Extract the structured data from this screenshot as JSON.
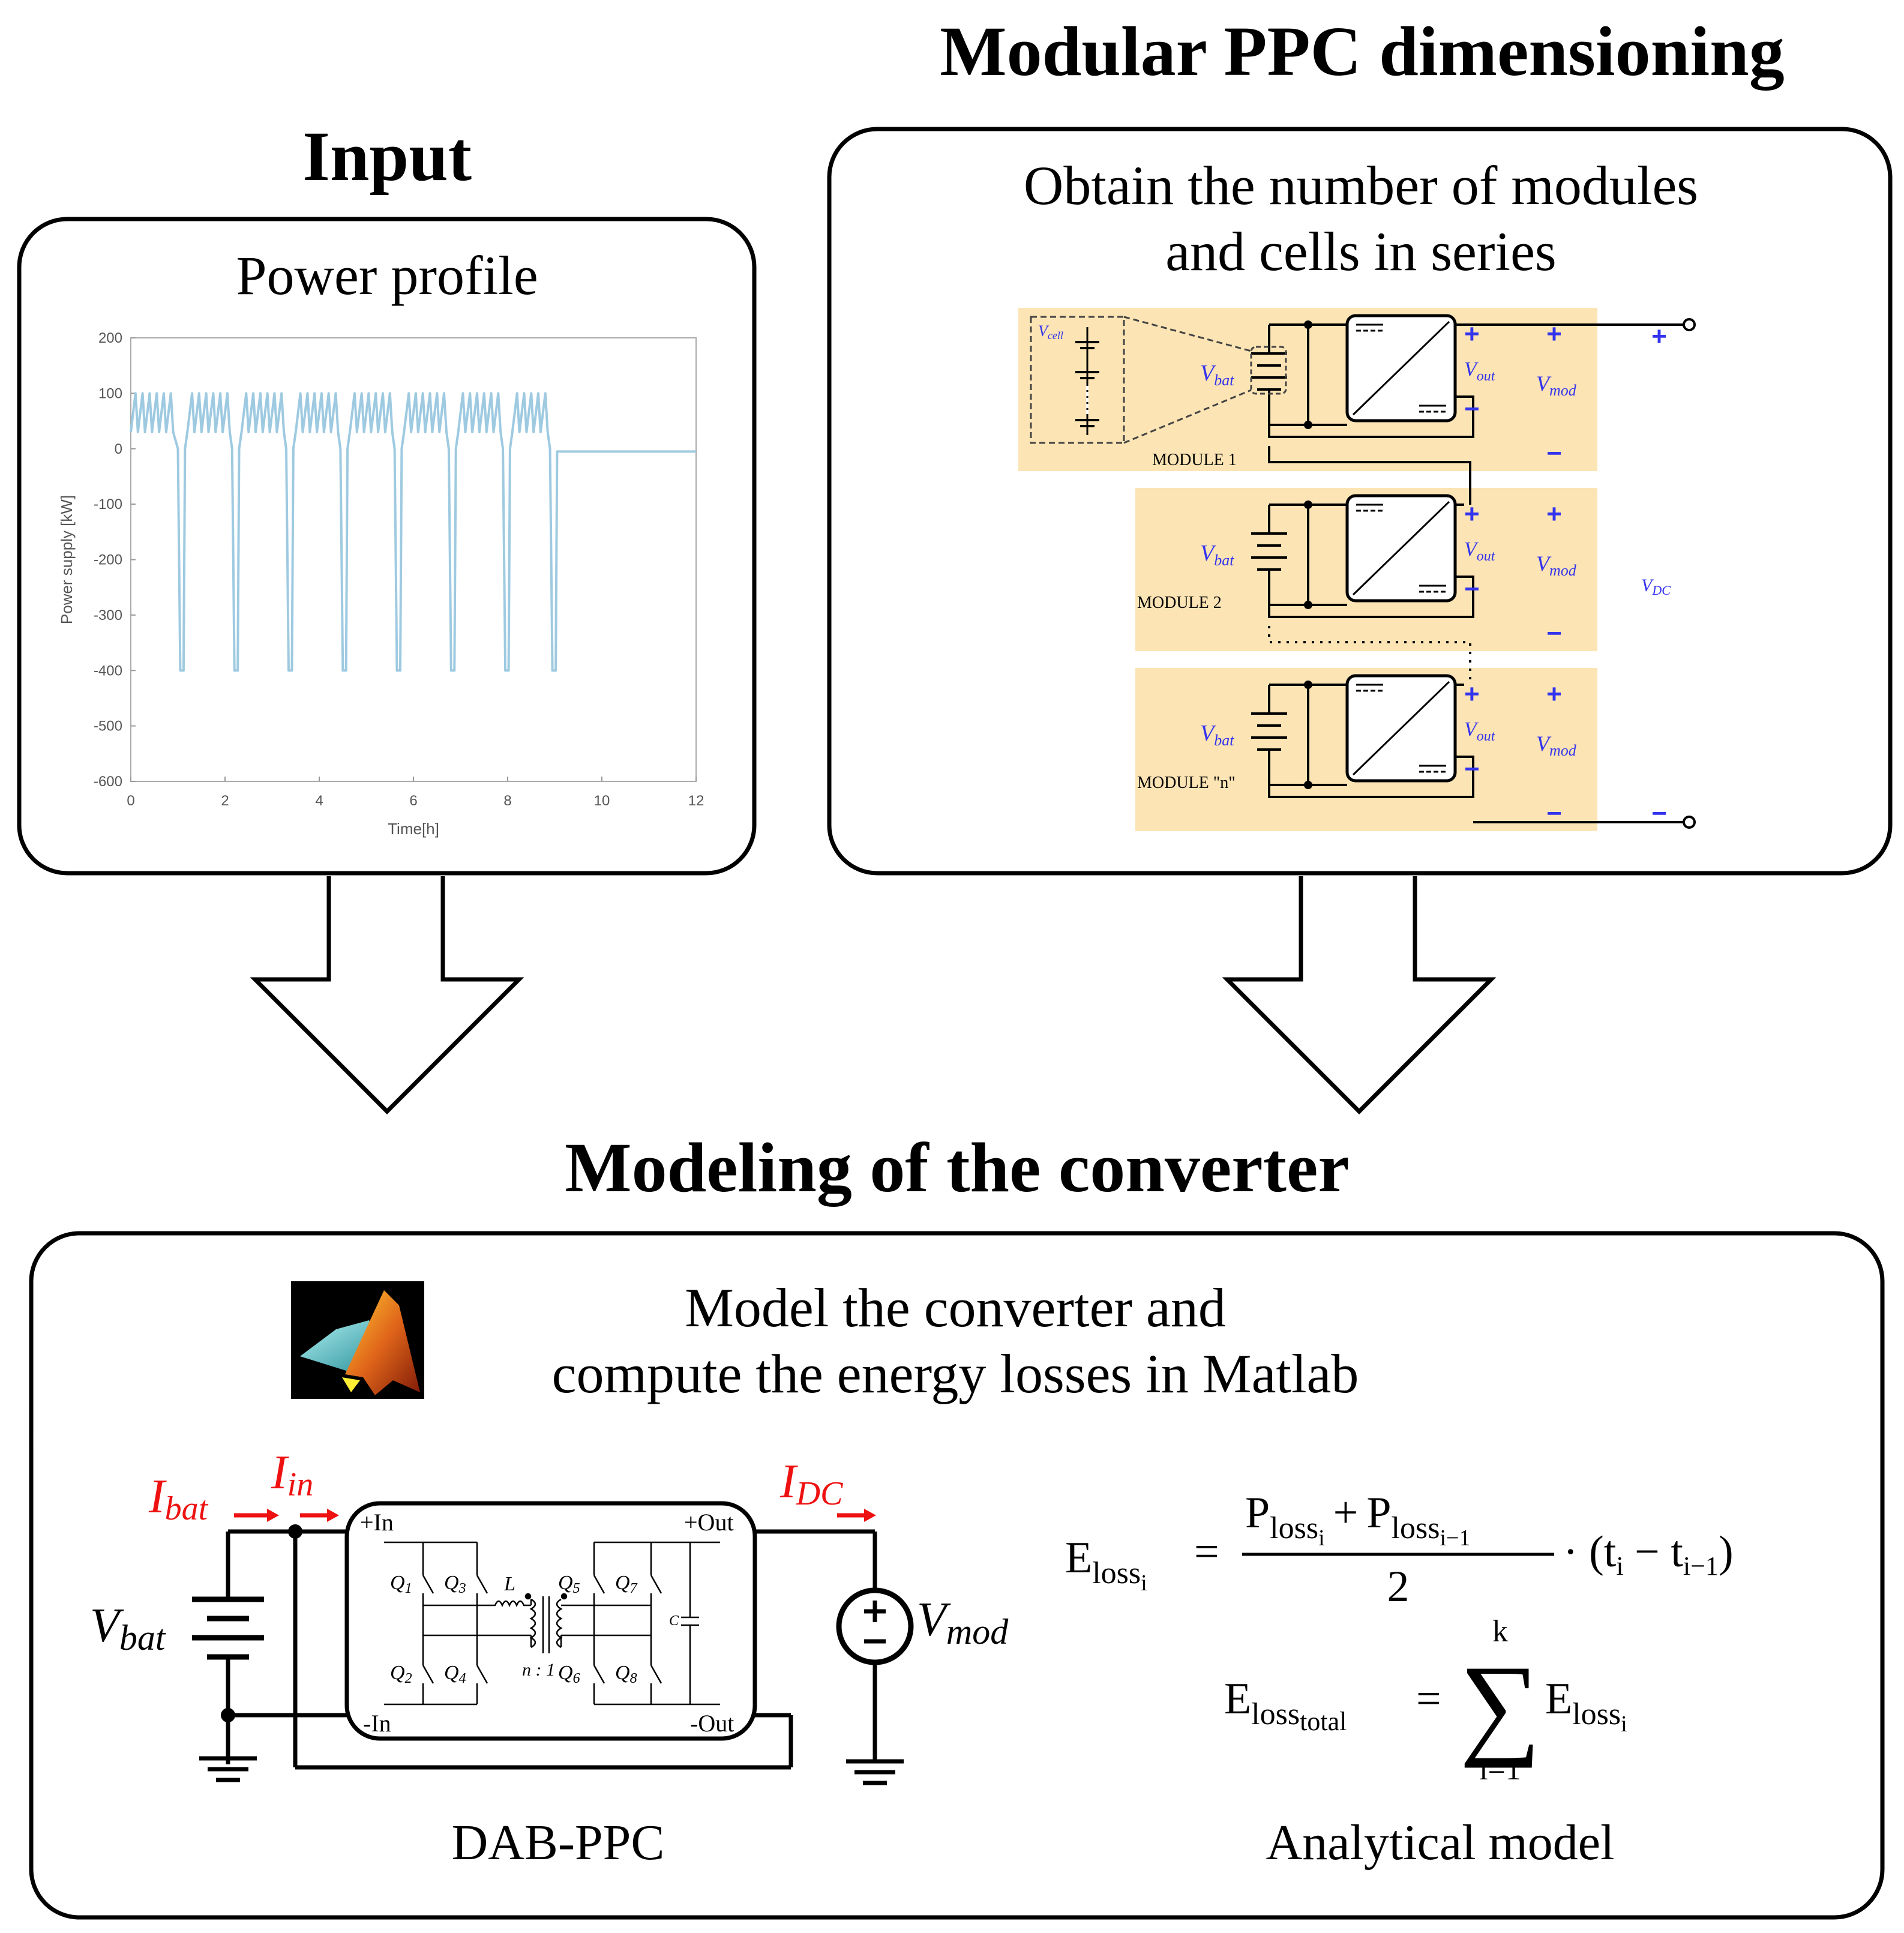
{
  "headings": {
    "input": "Input",
    "dimensioning": "Modular PPC dimensioning",
    "modeling": "Modeling of the converter"
  },
  "input_box": {
    "title": "Power profile"
  },
  "chart_data": {
    "type": "line",
    "title": "",
    "xlabel": "Time[h]",
    "ylabel": "Power supply [kW]",
    "xlim": [
      0,
      12
    ],
    "ylim": [
      -600,
      200
    ],
    "xticks": [
      0,
      2,
      4,
      6,
      8,
      10,
      12
    ],
    "yticks": [
      200,
      100,
      0,
      -100,
      -200,
      -300,
      -400,
      -500,
      -600
    ],
    "grid": false,
    "color": "#9ecae1",
    "series": [
      {
        "description_points": [
          [
            0.0,
            30
          ],
          [
            0.1,
            100
          ],
          [
            0.15,
            30
          ],
          [
            0.25,
            100
          ],
          [
            0.3,
            30
          ],
          [
            0.4,
            100
          ],
          [
            0.45,
            30
          ],
          [
            0.55,
            100
          ],
          [
            0.6,
            30
          ],
          [
            0.7,
            100
          ],
          [
            0.75,
            30
          ],
          [
            0.85,
            100
          ],
          [
            0.9,
            30
          ],
          [
            1.0,
            0
          ],
          [
            1.05,
            -400
          ],
          [
            1.12,
            -400
          ],
          [
            1.15,
            0
          ],
          [
            1.2,
            30
          ],
          [
            1.3,
            100
          ],
          [
            1.35,
            30
          ],
          [
            1.45,
            100
          ],
          [
            1.5,
            30
          ],
          [
            1.6,
            100
          ],
          [
            1.65,
            30
          ],
          [
            1.75,
            100
          ],
          [
            1.8,
            30
          ],
          [
            1.9,
            100
          ],
          [
            1.95,
            30
          ],
          [
            2.05,
            100
          ],
          [
            2.1,
            30
          ],
          [
            2.15,
            0
          ],
          [
            2.2,
            -400
          ],
          [
            2.27,
            -400
          ],
          [
            2.3,
            0
          ],
          [
            2.35,
            30
          ],
          [
            2.45,
            100
          ],
          [
            2.5,
            30
          ],
          [
            2.6,
            100
          ],
          [
            2.65,
            30
          ],
          [
            2.75,
            100
          ],
          [
            2.8,
            30
          ],
          [
            2.9,
            100
          ],
          [
            2.95,
            30
          ],
          [
            3.05,
            100
          ],
          [
            3.1,
            30
          ],
          [
            3.2,
            100
          ],
          [
            3.25,
            30
          ],
          [
            3.3,
            0
          ],
          [
            3.35,
            -400
          ],
          [
            3.42,
            -400
          ],
          [
            3.45,
            0
          ],
          [
            3.5,
            30
          ],
          [
            3.6,
            100
          ],
          [
            3.65,
            30
          ],
          [
            3.75,
            100
          ],
          [
            3.8,
            30
          ],
          [
            3.9,
            100
          ],
          [
            3.95,
            30
          ],
          [
            4.05,
            100
          ],
          [
            4.1,
            30
          ],
          [
            4.2,
            100
          ],
          [
            4.25,
            30
          ],
          [
            4.35,
            100
          ],
          [
            4.4,
            30
          ],
          [
            4.45,
            0
          ],
          [
            4.5,
            -400
          ],
          [
            4.57,
            -400
          ],
          [
            4.6,
            0
          ],
          [
            4.65,
            30
          ],
          [
            4.75,
            100
          ],
          [
            4.8,
            30
          ],
          [
            4.9,
            100
          ],
          [
            4.95,
            30
          ],
          [
            5.05,
            100
          ],
          [
            5.1,
            30
          ],
          [
            5.2,
            100
          ],
          [
            5.25,
            30
          ],
          [
            5.35,
            100
          ],
          [
            5.4,
            30
          ],
          [
            5.5,
            100
          ],
          [
            5.55,
            30
          ],
          [
            5.6,
            0
          ],
          [
            5.65,
            -400
          ],
          [
            5.72,
            -400
          ],
          [
            5.75,
            0
          ],
          [
            5.8,
            30
          ],
          [
            5.9,
            100
          ],
          [
            5.95,
            30
          ],
          [
            6.05,
            100
          ],
          [
            6.1,
            30
          ],
          [
            6.2,
            100
          ],
          [
            6.25,
            30
          ],
          [
            6.35,
            100
          ],
          [
            6.4,
            30
          ],
          [
            6.5,
            100
          ],
          [
            6.55,
            30
          ],
          [
            6.65,
            100
          ],
          [
            6.7,
            30
          ],
          [
            6.75,
            0
          ],
          [
            6.8,
            -400
          ],
          [
            6.87,
            -400
          ],
          [
            6.9,
            0
          ],
          [
            6.95,
            30
          ],
          [
            7.05,
            100
          ],
          [
            7.1,
            30
          ],
          [
            7.2,
            100
          ],
          [
            7.25,
            30
          ],
          [
            7.35,
            100
          ],
          [
            7.4,
            30
          ],
          [
            7.5,
            100
          ],
          [
            7.55,
            30
          ],
          [
            7.65,
            100
          ],
          [
            7.7,
            30
          ],
          [
            7.8,
            100
          ],
          [
            7.85,
            30
          ],
          [
            7.9,
            0
          ],
          [
            7.95,
            -400
          ],
          [
            8.02,
            -400
          ],
          [
            8.05,
            0
          ],
          [
            8.1,
            30
          ],
          [
            8.2,
            100
          ],
          [
            8.25,
            30
          ],
          [
            8.35,
            100
          ],
          [
            8.4,
            30
          ],
          [
            8.5,
            100
          ],
          [
            8.55,
            30
          ],
          [
            8.65,
            100
          ],
          [
            8.7,
            30
          ],
          [
            8.8,
            100
          ],
          [
            8.85,
            30
          ],
          [
            8.9,
            0
          ],
          [
            8.95,
            -400
          ],
          [
            9.02,
            -400
          ],
          [
            9.05,
            -5
          ],
          [
            12.0,
            -5
          ]
        ]
      }
    ]
  },
  "dimensioning_box": {
    "line1": "Obtain the number of modules",
    "line2": "and cells in series",
    "modules": [
      {
        "label": "MODULE 1",
        "vbat": "V",
        "vbat_sub": "bat",
        "vout": "V",
        "vout_sub": "out",
        "vmod": "V",
        "vmod_sub": "mod"
      },
      {
        "label": "MODULE 2",
        "vbat": "V",
        "vbat_sub": "bat",
        "vout": "V",
        "vout_sub": "out",
        "vmod": "V",
        "vmod_sub": "mod"
      },
      {
        "label": "MODULE \"n\"",
        "vbat": "V",
        "vbat_sub": "bat",
        "vout": "V",
        "vout_sub": "out",
        "vmod": "V",
        "vmod_sub": "mod"
      }
    ],
    "vcell": "V",
    "vcell_sub": "cell",
    "vdc": "V",
    "vdc_sub": "DC",
    "plus": "+",
    "minus": "−",
    "module_fill": "#fce4b4",
    "label_color": "#3333ee"
  },
  "modeling_box": {
    "line1": "Model the converter and",
    "line2": "compute the energy losses in Matlab",
    "circuit": {
      "ibat": "I",
      "ibat_sub": "bat",
      "iin": "I",
      "iin_sub": "in",
      "idc": "I",
      "idc_sub": "DC",
      "vbat": "V",
      "vbat_sub": "bat",
      "vmod": "V",
      "vmod_sub": "mod",
      "plus_in": "+In",
      "minus_in": "-In",
      "plus_out": "+Out",
      "minus_out": "-Out",
      "q1": "Q",
      "q1_sub": "1",
      "q2": "Q",
      "q2_sub": "2",
      "q3": "Q",
      "q3_sub": "3",
      "q4": "Q",
      "q4_sub": "4",
      "q5": "Q",
      "q5_sub": "5",
      "q6": "Q",
      "q6_sub": "6",
      "q7": "Q",
      "q7_sub": "7",
      "q8": "Q",
      "q8_sub": "8",
      "inductor": "L",
      "ratio": "n : 1",
      "cap": "C",
      "caption": "DAB-PPC",
      "current_color": "#ee1111"
    },
    "equations": {
      "e_loss": "E",
      "loss_sub": "loss",
      "i": "i",
      "p": "P",
      "two": "2",
      "dot_t": "· (t",
      "minus_t": " − t",
      "i_minus_1": "i−1",
      "close": ")",
      "plus_sign": "+",
      "equals": "=",
      "total": "total",
      "sigma": "∑",
      "sum_top": "k",
      "sum_bottom": "i=1",
      "caption": "Analytical model"
    }
  }
}
